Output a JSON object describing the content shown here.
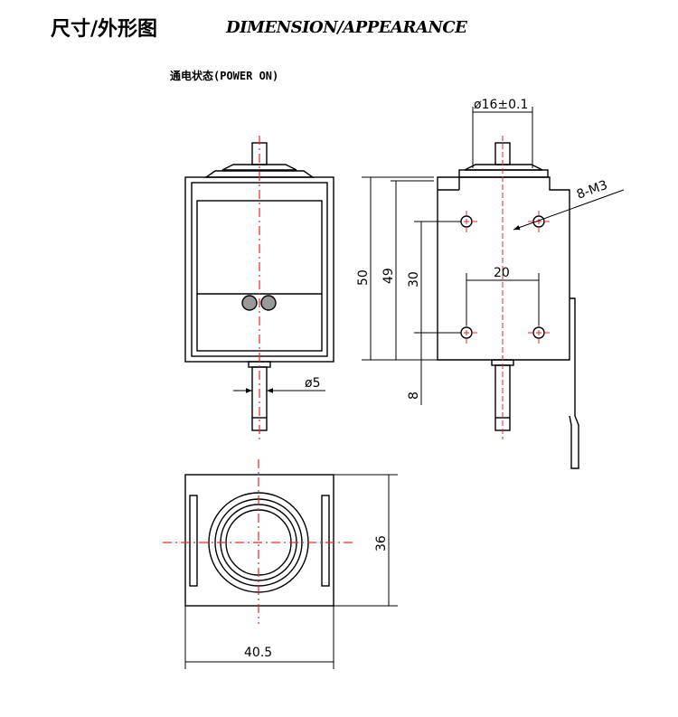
{
  "title": {
    "cn": "尺寸/外形图",
    "en": "DIMENSION/APPEARANCE"
  },
  "state_label": "通电状态(POWER ON)",
  "dimensions": {
    "plunger_diameter": "ø5",
    "flange_diameter": "ø16±0.1",
    "mounting_holes": "8-M3",
    "total_height": "50",
    "body_height": "49",
    "hole_spacing_vertical": "30",
    "hole_spacing_horizontal": "20",
    "bottom_offset": "8",
    "depth": "36",
    "width": "40.5"
  },
  "colors": {
    "line": "#000000",
    "centerline": "#e8262a"
  }
}
